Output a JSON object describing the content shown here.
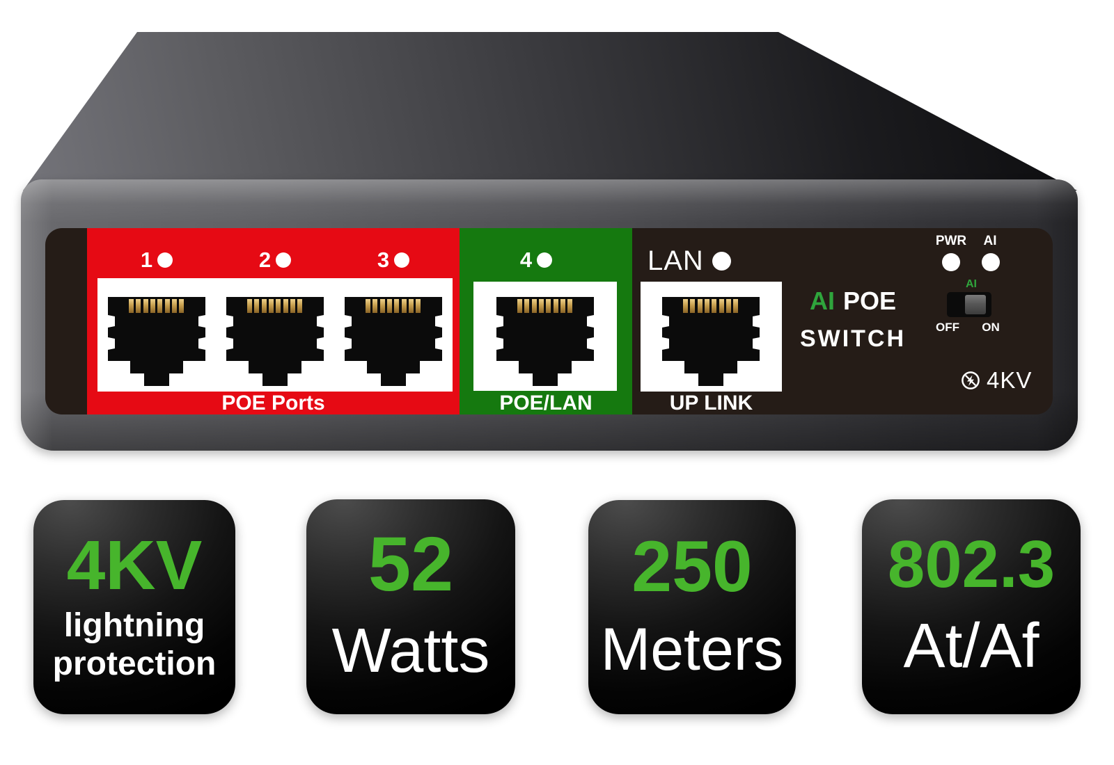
{
  "device": {
    "poe_ports": {
      "labels": [
        "1",
        "2",
        "3"
      ],
      "caption": "POE Ports"
    },
    "poe_lan_port": {
      "label": "4",
      "caption": "POE/LAN"
    },
    "uplink": {
      "lan_label": "LAN",
      "caption": "UP LINK"
    },
    "brand": {
      "ai": "AI",
      "poe": "POE",
      "switch": "SWITCH"
    },
    "leds": {
      "pwr": "PWR",
      "ai": "AI"
    },
    "ai_toggle": {
      "title": "AI",
      "off": "OFF",
      "on": "ON"
    },
    "surge_label": "4KV"
  },
  "badges": [
    {
      "value": "4KV",
      "line1": "lightning",
      "line2": "protection"
    },
    {
      "value": "52",
      "line1": "Watts",
      "line2": ""
    },
    {
      "value": "250",
      "line1": "Meters",
      "line2": ""
    },
    {
      "value": "802.3",
      "line1": "At/Af",
      "line2": ""
    }
  ],
  "colors": {
    "poe_red": "#e60a14",
    "poe_lan_green": "#15790f",
    "panel_black": "#251c17",
    "badge_green": "#47b52c",
    "ai_text_green": "#2fa53c",
    "led_white": "#ffffff"
  }
}
